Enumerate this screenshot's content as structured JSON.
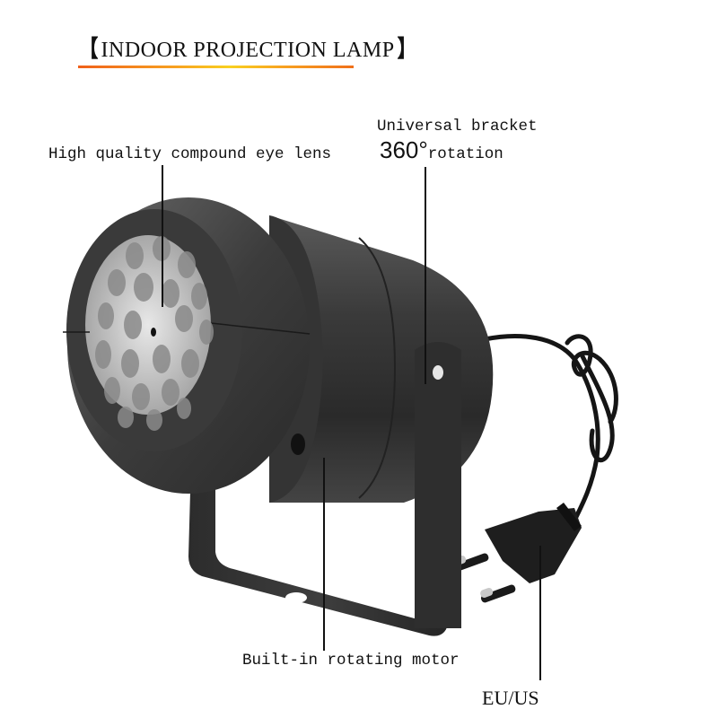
{
  "header": {
    "bracket_left": "【",
    "title": "INDOOR PROJECTION LAMP",
    "bracket_right": "】",
    "underline_colors": [
      "#f0601a",
      "#f8d020",
      "#f0701a"
    ]
  },
  "callouts": {
    "lens": {
      "text": "High quality compound eye lens"
    },
    "bracket": {
      "line1": "Universal bracket",
      "degrees": "360°",
      "line2": "rotation"
    },
    "motor": {
      "text": "Built-in rotating motor"
    },
    "plug": {
      "text": "EU/US"
    }
  },
  "product": {
    "name": "indoor-projection-lamp",
    "body_color": "#2e2e2e",
    "lens_color": "#b8b8b8",
    "lens_cells": 21
  }
}
